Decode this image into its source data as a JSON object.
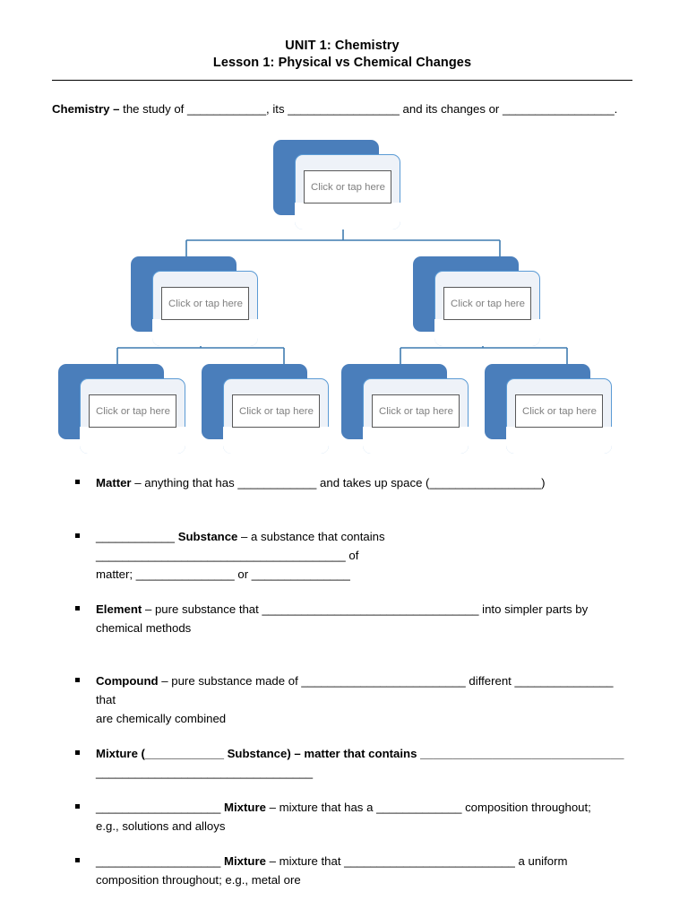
{
  "document": {
    "header": {
      "title_line1": "UNIT 1: Chemistry",
      "title_line2": "Lesson 1: Physical vs Chemical Changes"
    },
    "intro": {
      "term": "Chemistry – ",
      "text": " the study of ____________, its _________________ and its changes or _________________."
    },
    "diagram": {
      "placeholder": "Click or tap here",
      "colors": {
        "back_fill": "#4a7ebb",
        "front_fill": "#eef2f8",
        "front_border": "#5b9bd5",
        "connector": "#3f7cb0",
        "field_border": "#595959",
        "field_text": "#808080"
      },
      "nodes": [
        {
          "id": "root",
          "level": 1,
          "placeholder": "Click or tap here"
        },
        {
          "id": "l2-a",
          "level": 2,
          "placeholder": "Click or tap here"
        },
        {
          "id": "l2-b",
          "level": 2,
          "placeholder": "Click or tap here"
        },
        {
          "id": "l3-a",
          "level": 3,
          "placeholder": "Click or tap here"
        },
        {
          "id": "l3-b",
          "level": 3,
          "placeholder": "Click or tap here"
        },
        {
          "id": "l3-c",
          "level": 3,
          "placeholder": "Click or tap here"
        },
        {
          "id": "l3-d",
          "level": 3,
          "placeholder": "Click or tap here"
        }
      ]
    },
    "definitions": [
      {
        "id": "matter",
        "lead": "Matter",
        "pre": "",
        "post": " – anything that has ____________ and takes up space (_________________)",
        "line2": ""
      },
      {
        "id": "pure-substance",
        "lead": "Substance",
        "pre": "____________ ",
        "post": " – a substance that contains ______________________________________ of",
        "line2": "matter; _______________ or _______________"
      },
      {
        "id": "element",
        "lead": "Element",
        "pre": "",
        "post": " – pure substance that _________________________________ into simpler parts by",
        "line2": "chemical methods"
      },
      {
        "id": "compound",
        "lead": "Compound",
        "pre": "",
        "post": " – pure substance made of _________________________ different _______________ that",
        "line2": "are chemically combined"
      },
      {
        "id": "mixture",
        "lead": "Mixture (",
        "pre": "",
        "post": "____________ Substance) – matter that contains _______________________________",
        "line2": "_________________________________"
      },
      {
        "id": "homogeneous-mixture",
        "lead": "Mixture",
        "pre": "___________________ ",
        "post": " – mixture that has a _____________ composition throughout;",
        "line2": "e.g., solutions and alloys"
      },
      {
        "id": "heterogeneous-mixture",
        "lead": "Mixture",
        "pre": "___________________ ",
        "post": " – mixture that __________________________ a uniform",
        "line2": "composition throughout; e.g., metal ore"
      }
    ]
  }
}
